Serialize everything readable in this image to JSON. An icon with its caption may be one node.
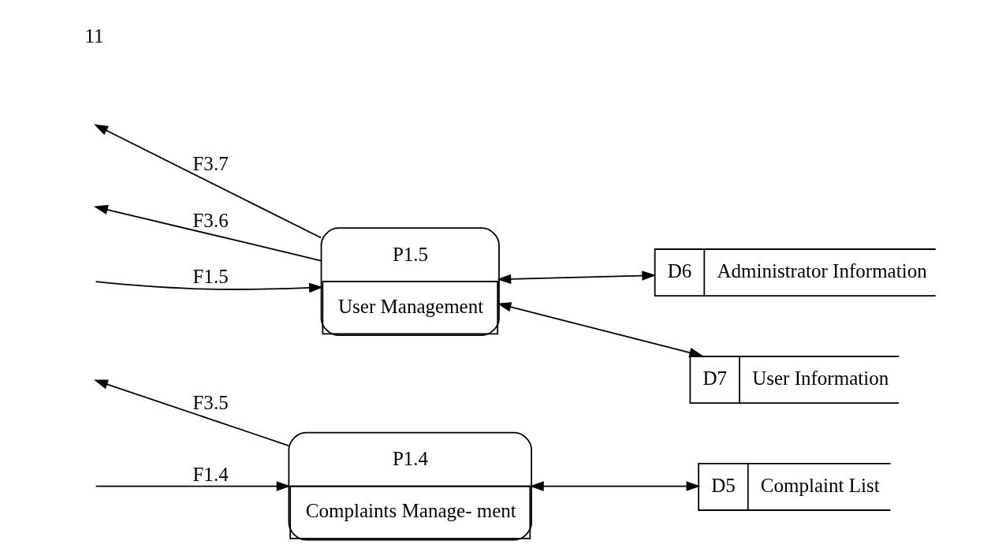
{
  "diagram": {
    "nodes": [
      {
        "text": [
          "P1.4",
          "Complaints Manage- ment"
        ]
      },
      {
        "text": [
          "D5",
          "Complaint List"
        ]
      },
      {
        "text": [
          "P1.5",
          "User Management"
        ]
      },
      {
        "text": [
          "D6",
          "Administrator Information"
        ]
      },
      {
        "text": [
          "D7",
          "User Information"
        ]
      }
    ],
    "edges": [
      {
        "from": 0,
        "to": null,
        "arrow": "to",
        "label": "F3.5"
      },
      {
        "from": null,
        "to": 0,
        "arrow": "to",
        "label": "F1.4"
      },
      {
        "from": 0,
        "to": 1,
        "arrow": "both"
      },
      {
        "from": 2,
        "to": null,
        "arrow": "to",
        "label": "F3.7"
      },
      {
        "from": 2,
        "to": null,
        "arrow": "to",
        "label": "F3.6"
      },
      {
        "from": null,
        "to": 2,
        "arrow": "to",
        "label": "F1.5"
      },
      {
        "from": 2,
        "to": 3,
        "arrow": "both"
      },
      {
        "from": 2,
        "to": 4,
        "arrow": "both"
      }
    ],
    "labels": [
      "11"
    ]
  }
}
